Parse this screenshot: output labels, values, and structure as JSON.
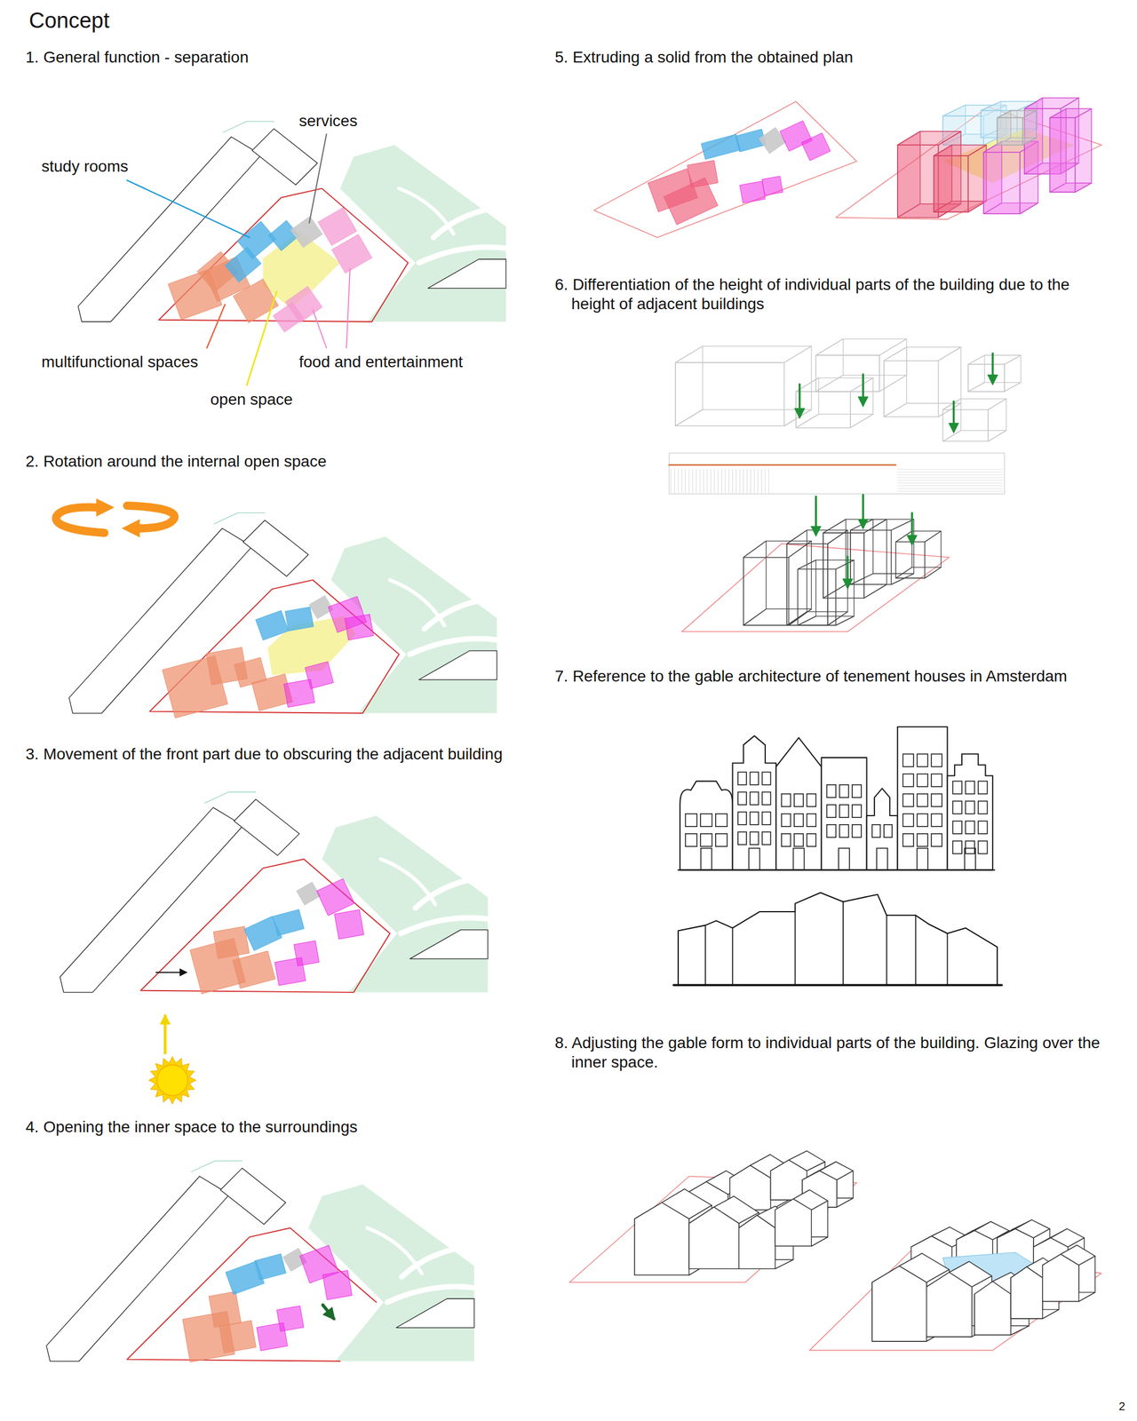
{
  "diagram": {
    "title": "Concept",
    "labels": [
      "1. General function - separation",
      "services",
      "study rooms",
      "multifunctional spaces",
      "food and entertainment",
      "open space",
      "2. Rotation around the internal open space",
      "3. Movement of the front part due to obscuring the adjacent building",
      "4. Opening the inner space to the surroundings",
      "5. Extruding a solid from the obtained plan",
      "6. Differentiation of the height of individual parts of the building due to the height of adjacent buildings",
      "7. Reference to the gable architecture of tenement houses in Amsterdam",
      "8. Adjusting the gable form to individual parts of the building. Glazing over the inner space.",
      "2"
    ]
  }
}
